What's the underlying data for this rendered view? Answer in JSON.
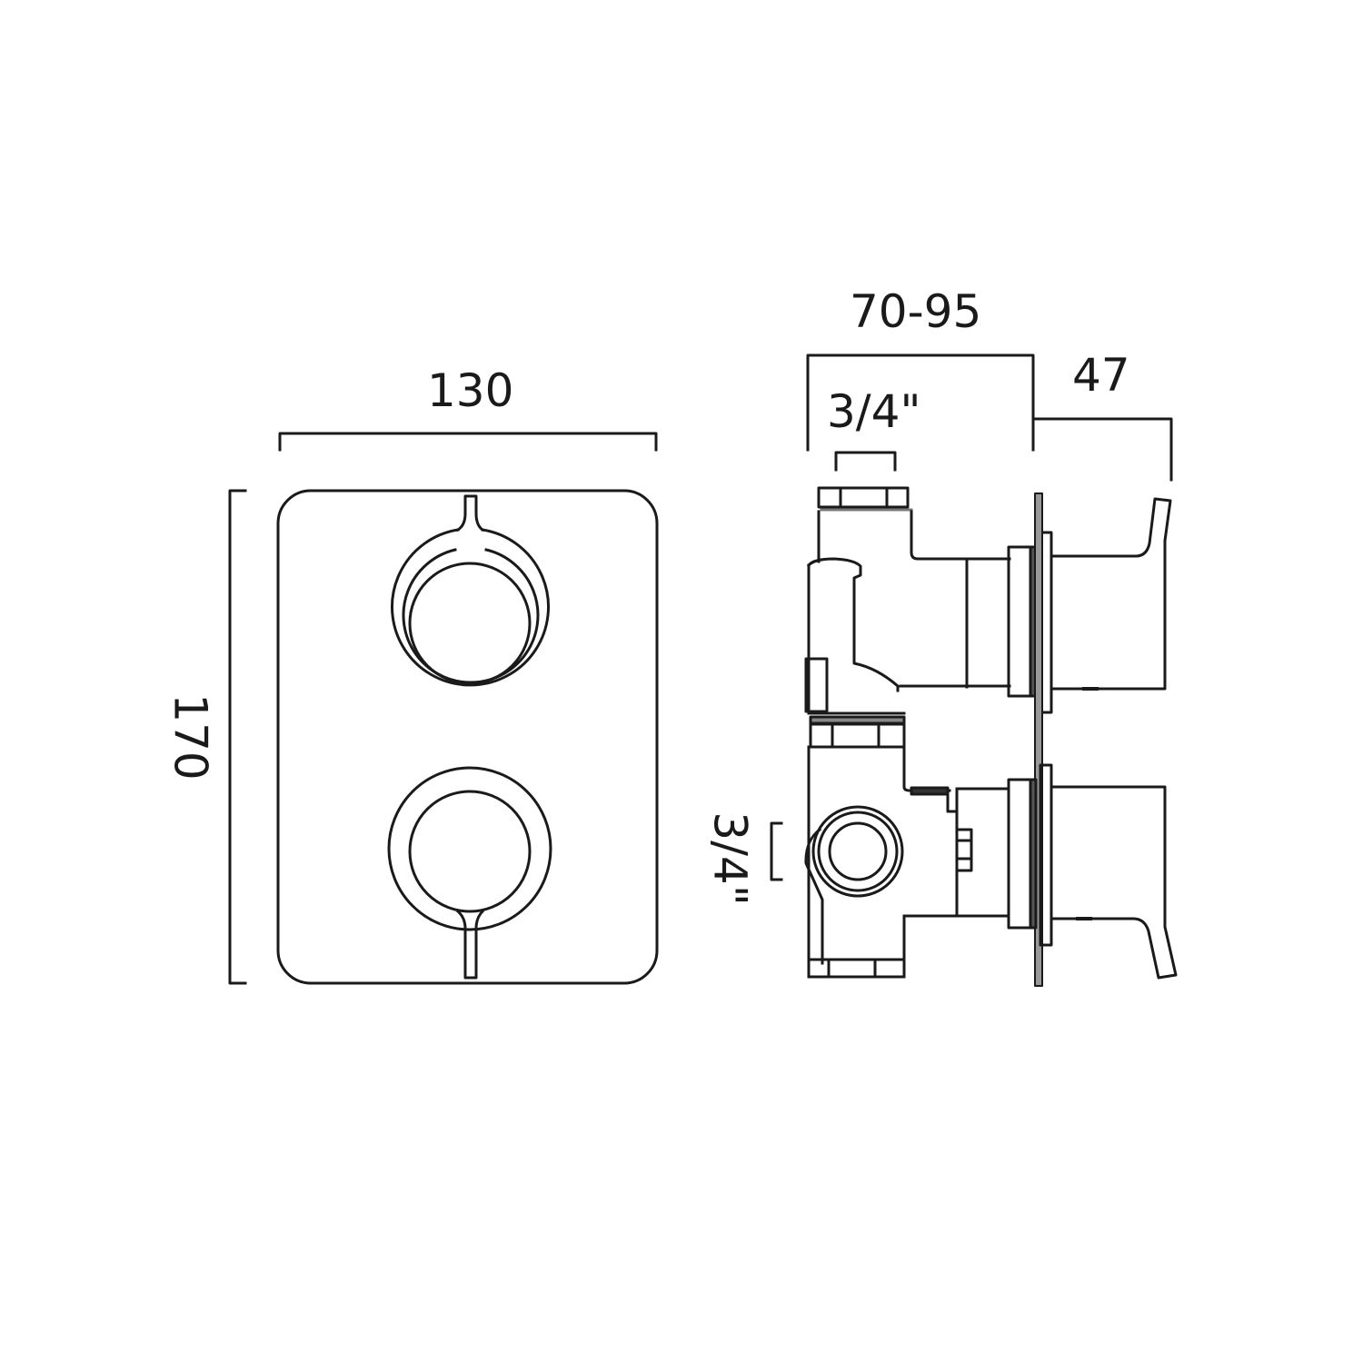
{
  "drawing": {
    "subject": "Thermostatic concealed shower valve with two handles",
    "line_color": "#1a1a1a",
    "background": "#ffffff"
  },
  "front_view": {
    "width_dimension": "130",
    "height_dimension": "170",
    "handles": [
      "upper-handle",
      "lower-handle"
    ]
  },
  "side_view": {
    "depth_dimension": "70-95",
    "handle_projection_dimension": "47",
    "top_connection_size": "3/4\"",
    "side_connection_size": "3/4\""
  }
}
